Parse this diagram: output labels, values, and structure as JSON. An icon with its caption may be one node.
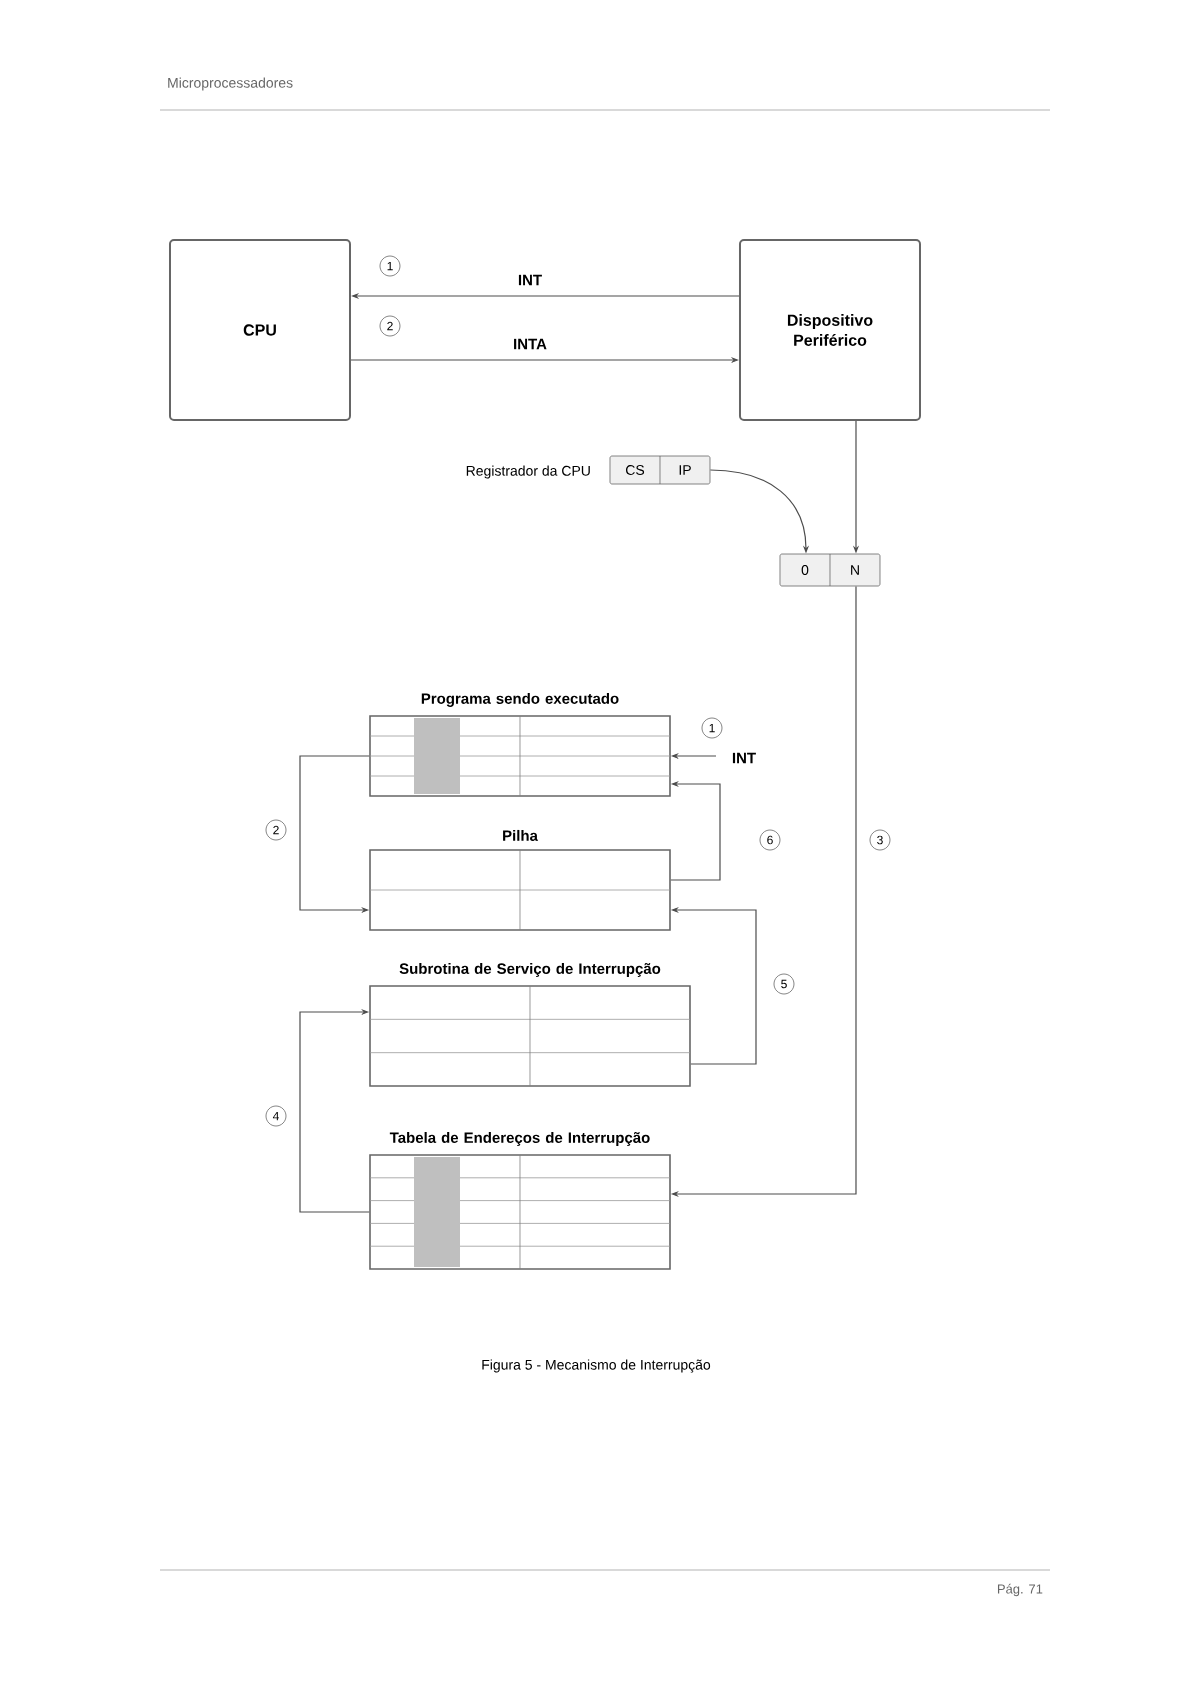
{
  "diagram": {
    "caption": "Figura 5 - Mecanismo de Interrupção",
    "nodes": [
      {
        "text": [
          "CPU"
        ]
      },
      {
        "text": [
          "Dispositivo Periférico"
        ]
      },
      {
        "text": [
          "CS",
          "IP"
        ],
        "beside": [
          "Registrador da CPU"
        ]
      },
      {
        "text": [
          "0",
          "N"
        ]
      },
      {
        "text": [
          "Programa sendo executado"
        ]
      },
      {
        "text": [
          "Pilha"
        ]
      },
      {
        "text": [
          "Subrotina de Serviço de Interrupção"
        ]
      },
      {
        "text": [
          "Tabela de Endereços de Interrupção"
        ]
      }
    ],
    "edges": [
      {
        "from": 1,
        "to": 0,
        "arrow": "to",
        "label": "INT"
      },
      {
        "from": 0,
        "to": 1,
        "arrow": "to",
        "label": "INTA"
      },
      {
        "from": 2,
        "to": 3,
        "arrow": "to"
      },
      {
        "from": 1,
        "to": 3,
        "arrow": "to"
      },
      {
        "from": 3,
        "to": 7,
        "arrow": "to"
      },
      {
        "from": 7,
        "to": 6,
        "arrow": "to"
      },
      {
        "from": 4,
        "to": 5,
        "arrow": "to"
      },
      {
        "from": 5,
        "to": 4,
        "arrow": "to"
      },
      {
        "from": 6,
        "to": 5,
        "arrow": "to"
      },
      {
        "from": null,
        "to": 4,
        "arrow": "to",
        "label": "INT"
      }
    ],
    "labels": [
      "Microprocessadores",
      "1",
      "2",
      "1",
      "2",
      "6",
      "5",
      "3",
      "4",
      "Pág. 71"
    ]
  }
}
